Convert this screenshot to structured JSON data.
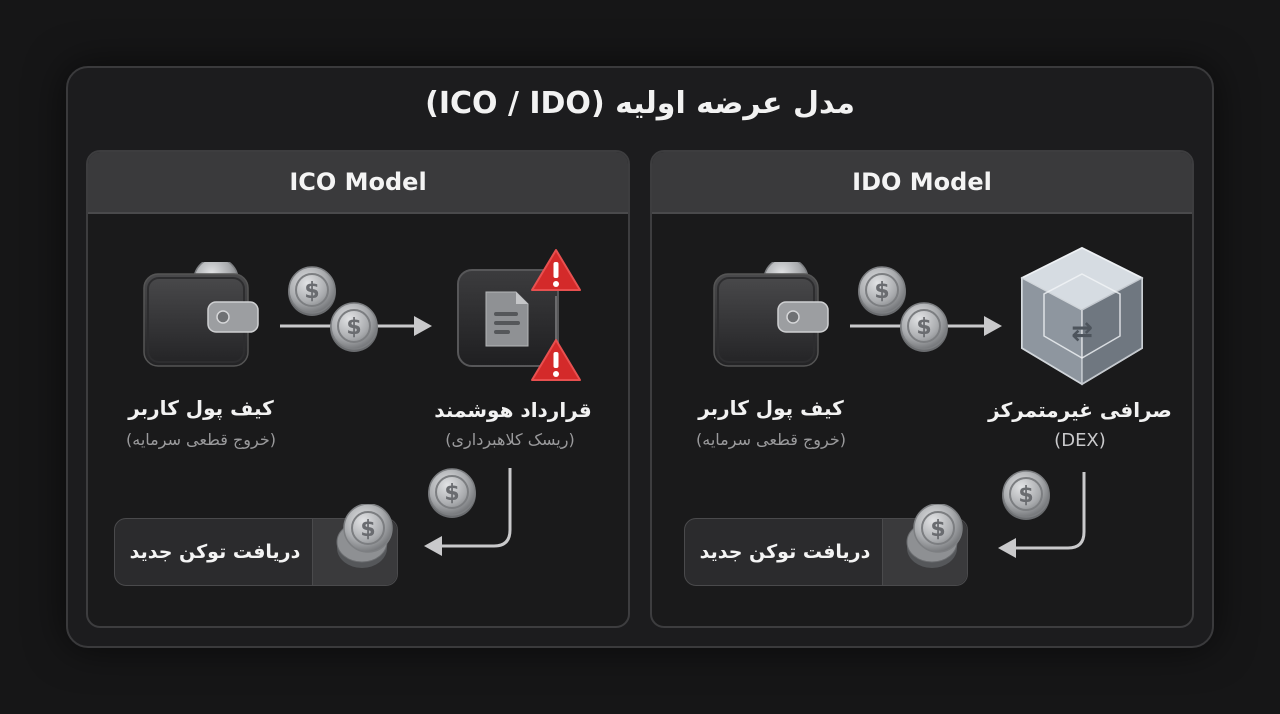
{
  "title": "مدل عرضه اولیه (ICO / IDO)",
  "panels": {
    "ico": {
      "header": "ICO Model",
      "wallet_label": "کیف پول کاربر",
      "wallet_sublabel": "(خروج قطعی سرمایه)",
      "contract_label": "قرارداد هوشمند",
      "contract_sublabel": "(ریسک کلاهبرداری)",
      "token_label": "دریافت توکن جدید"
    },
    "ido": {
      "header": "IDO Model",
      "wallet_label": "کیف پول کاربر",
      "wallet_sublabel": "(خروج قطعی سرمایه)",
      "dex_label": "صرافی غیرمتمرکز",
      "dex_sublabel": "(DEX)",
      "token_label": "دریافت توکن جدید"
    }
  },
  "icons": [
    "wallet-icon",
    "coin-icon",
    "arrow-right-icon",
    "document-icon",
    "warning-icon",
    "crystal-cube-icon",
    "return-arrow-icon"
  ],
  "colors": {
    "background": "#161617",
    "panel_header": "#3a3a3c",
    "warning": "#d42a2a",
    "coin": "#a8aaad"
  }
}
